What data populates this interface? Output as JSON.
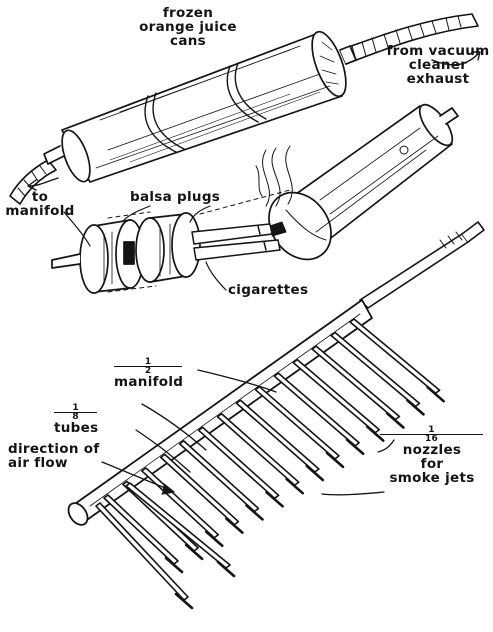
{
  "labels": {
    "cans": [
      "frozen",
      "orange juice",
      "cans"
    ],
    "vacuum": [
      "from vacuum",
      "cleaner",
      "exhaust"
    ],
    "to_manifold": [
      "to",
      "manifold"
    ],
    "balsa": "balsa plugs",
    "cigarettes": "cigarettes",
    "manifold": {
      "num": "1",
      "den": "2",
      "text": "manifold"
    },
    "tubes": {
      "num": "1",
      "den": "8",
      "text": "tubes"
    },
    "direction": [
      "direction of",
      "air flow"
    ],
    "nozzles": {
      "num": "1",
      "den": "16",
      "line1": "nozzles",
      "line2": "for",
      "line3": "smoke jets"
    }
  },
  "colors": {
    "ink": "#141414",
    "paper": "#ffffff"
  }
}
